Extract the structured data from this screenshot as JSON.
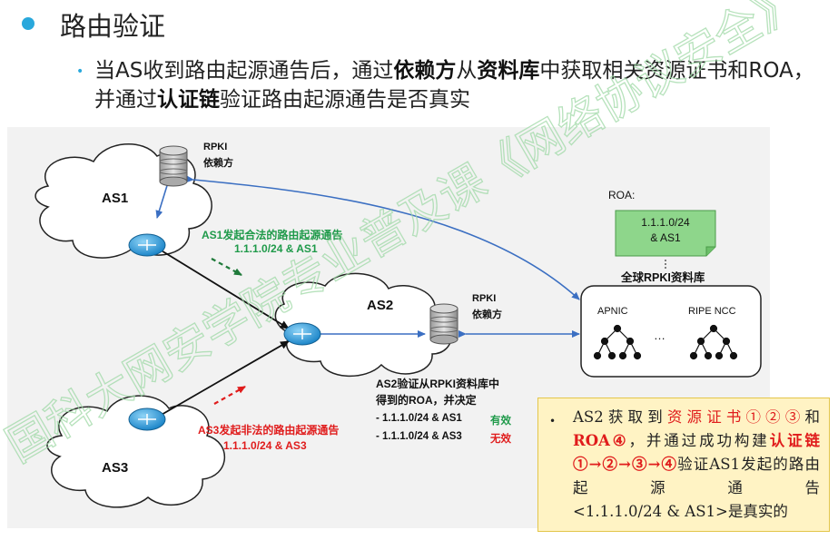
{
  "header": {
    "title": "路由验证",
    "subtitle_parts": [
      {
        "text": "当AS收到路由起源通告后，通过",
        "bold": false
      },
      {
        "text": "依赖方",
        "bold": true
      },
      {
        "text": "从",
        "bold": false
      },
      {
        "text": "资料库",
        "bold": true
      },
      {
        "text": "中获取相关资源证书和ROA，并通过",
        "bold": false
      },
      {
        "text": "认证链",
        "bold": true
      },
      {
        "text": "验证路由起源通告是否真实",
        "bold": false
      }
    ]
  },
  "diagram": {
    "as1": "AS1",
    "as2": "AS2",
    "as3": "AS3",
    "rpki_top_1": "RPKI",
    "rpki_top_2": "依赖方",
    "rpki_mid_1": "RPKI",
    "rpki_mid_2": "依赖方",
    "roa_label": "ROA:",
    "roa_line1": "1.1.1.0/24",
    "roa_line2": "& AS1",
    "repo_title": "全球RPKI资料库",
    "apnic": "APNIC",
    "ellipsis": "…",
    "ripe": "RIPE NCC",
    "legit_line1": "AS1发起合法的路由起源通告",
    "legit_line2": "1.1.1.0/24 & AS1",
    "illegal_line1": "AS3发起非法的路由起源通告",
    "illegal_line2": "1.1.1.0/24 & AS3",
    "verify_line1": "AS2验证从RPKI资料库中",
    "verify_line2": "得到的ROA，并决定",
    "verify_item1": "- 1.1.1.0/24 & AS1",
    "verify_item1_status": "有效",
    "verify_item2": "- 1.1.1.0/24 & AS3",
    "verify_item2_status": "无效"
  },
  "note": {
    "p1": "AS2获取到",
    "p2": "资源证书①②③",
    "p3": "和",
    "p4": "ROA④",
    "p5": "，并通过成功构建",
    "p6": "认证链①→②→③→④",
    "p7": "验证AS1发起的路由起源通告",
    "p8": "<1.1.1.0/24 & AS1>是真实的"
  },
  "watermark": "国科大网安学院专业普及课《网络协议安全》",
  "colors": {
    "bullet": "#29a8dc",
    "legit_green": "#1f9a4a",
    "illegal_red": "#e01c1c",
    "arrow_blue": "#3b6fc2",
    "note_bg": "#fff3c4",
    "roa_bg": "#8ed68b"
  }
}
